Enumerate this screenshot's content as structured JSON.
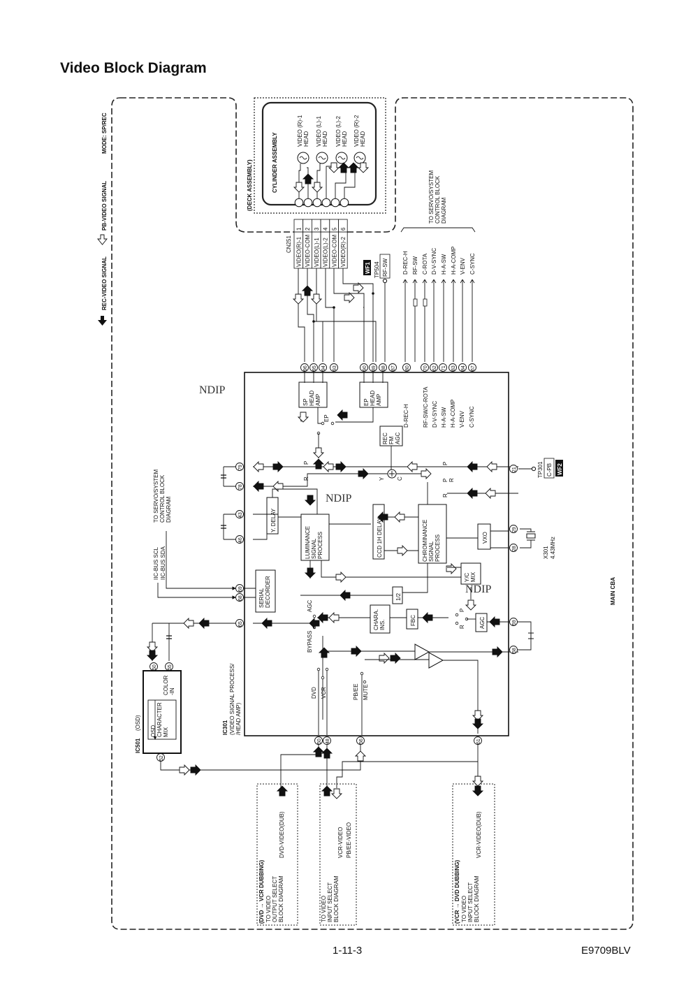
{
  "page": {
    "title": "Video Block Diagram",
    "page_number": "1-11-3",
    "doc_code": "E9709BLV"
  },
  "legend": {
    "rec": "REC-VIDEO SIGNAL",
    "pb": "PB-VIDEO SIGNAL",
    "mode": "MODE: SP/REC"
  },
  "deck": {
    "title": "(DECK ASSEMBLY)",
    "cylinder": "CYLINDER ASSEMBLY",
    "heads": [
      {
        "l1": "VIDEO (R)-1",
        "l2": "HEAD"
      },
      {
        "l1": "VIDEO (L)-1",
        "l2": "HEAD"
      },
      {
        "l1": "VIDEO (L)-2",
        "l2": "HEAD"
      },
      {
        "l1": "VIDEO (R)-2",
        "l2": "HEAD"
      }
    ]
  },
  "connector": {
    "name": "CN251",
    "pins": [
      {
        "n": "1",
        "label": "VIDEO(R)-1"
      },
      {
        "n": "2",
        "label": "VIDEO-COM"
      },
      {
        "n": "3",
        "label": "VIDEO(L)-1"
      },
      {
        "n": "4",
        "label": "VIDEO(L)-2"
      },
      {
        "n": "5",
        "label": "VIDEO-COM"
      },
      {
        "n": "6",
        "label": "VIDEO(R)-2"
      }
    ]
  },
  "testpoints": {
    "wf1": {
      "badge": "WF1",
      "tp": "TP504",
      "sig": "RF-SW"
    },
    "wf2": {
      "badge": "WF2",
      "tp": "TP301",
      "sig": "C-PB"
    }
  },
  "servo_top": {
    "signals": [
      "D-REC-H",
      "RF-SW",
      "C-ROTA",
      "D-V-SYNC",
      "H-A-SW",
      "H-A-COMP",
      "V-ENV",
      "C-SYNC"
    ],
    "dest": [
      "TO SERVO/SYSTEM",
      "CONTROL BLOCK",
      "DIAGRAM"
    ]
  },
  "top_pins": [
    "96",
    "95",
    "94",
    "93",
    "90",
    "89",
    "88",
    "87",
    "80",
    "70",
    "62",
    "71",
    "83",
    "84",
    "67"
  ],
  "ic_top_labels": [
    "D-REC-H",
    "RF-SW/C-ROTA",
    "D-V-SYNC",
    "H-A-SW",
    "H-A-COMP",
    "V-ENV",
    "C-SYNC"
  ],
  "ic": {
    "ndip": "NDIP",
    "name": "IC301",
    "sub1": "(VIDEO SIGNAL PROCESS/",
    "sub2": "/HEAD AMP)",
    "blocks": {
      "sp": [
        "SP",
        "HEAD",
        "AMP"
      ],
      "ep": [
        "EP",
        "HEAD",
        "AMP"
      ],
      "rec": [
        "REC",
        "FM",
        "AGC"
      ],
      "ydelay": "Y. DELAY",
      "lum": [
        "LUMINANCE",
        "SIGNAL",
        "PROCESS"
      ],
      "ccd": "CCD 1H DELAY",
      "chrom": [
        "CHROMINANCE",
        "SIGNAL",
        "PROCESS"
      ],
      "vxo": "VXO",
      "ycmix": [
        "Y/C",
        "MIX"
      ],
      "serial": [
        "SERIAL",
        "DECORDER"
      ],
      "half": "1/2",
      "chara": [
        "CHARA.",
        "INS."
      ],
      "fbc": "FBC",
      "agc": "AGC"
    },
    "switch_labels": {
      "sp": "SP",
      "ep": "EP",
      "p": "P",
      "r": "R",
      "y": "Y",
      "c": "C",
      "agc": "AGC",
      "bypass": "BYPASS",
      "dvd": "DVD",
      "vcr": "VCR",
      "pbee": "PB/EE",
      "mute": "MUTE"
    }
  },
  "left_pins": [
    "79",
    "78",
    "43",
    "46",
    "69",
    "68",
    "65"
  ],
  "right_pins": [
    "21",
    "29",
    "28",
    "59",
    "58"
  ],
  "bottom_pins": [
    "50",
    "48",
    "56",
    "61"
  ],
  "iic": {
    "scl": "IIC-BUS SCL",
    "sda": "IIC-BUS SDA",
    "dest": [
      "TO SERVO/SYSTEM",
      "CONTROL BLOCK",
      "DIAGRAM"
    ]
  },
  "crystal": {
    "name": "X301",
    "freq": "4.43MHz"
  },
  "osd": {
    "name": "IC501",
    "sub": "(OSD)",
    "block": [
      "OSD",
      "CHARACTER",
      "MIX"
    ],
    "color": [
      "COLOR",
      "-IN"
    ],
    "pins": [
      "50",
      "55",
      "52"
    ]
  },
  "main_cba": "MAIN CBA",
  "io_boxes": [
    {
      "title": "(DVD → VCR DUBBING)",
      "dest": [
        "TO VIDEO",
        "OUTPUT SELECT",
        "BLOCK DIAGRAM"
      ],
      "sigs": [
        "DVD-VIDEO(DUB)"
      ]
    },
    {
      "title": "",
      "dest": [
        "TO VIDEO",
        "INPUT SELECT",
        "BLOCK DIAGRAM"
      ],
      "sigs": [
        "VCR-VIDEO",
        "PB/EE-VIDEO"
      ]
    },
    {
      "title": "(VCR → DVD DUBBING)",
      "dest": [
        "TO VIDEO",
        "INPUT SELECT",
        "BLOCK DIAGRAM"
      ],
      "sigs": [
        "VCR-VIDEO(DUB)"
      ]
    }
  ]
}
